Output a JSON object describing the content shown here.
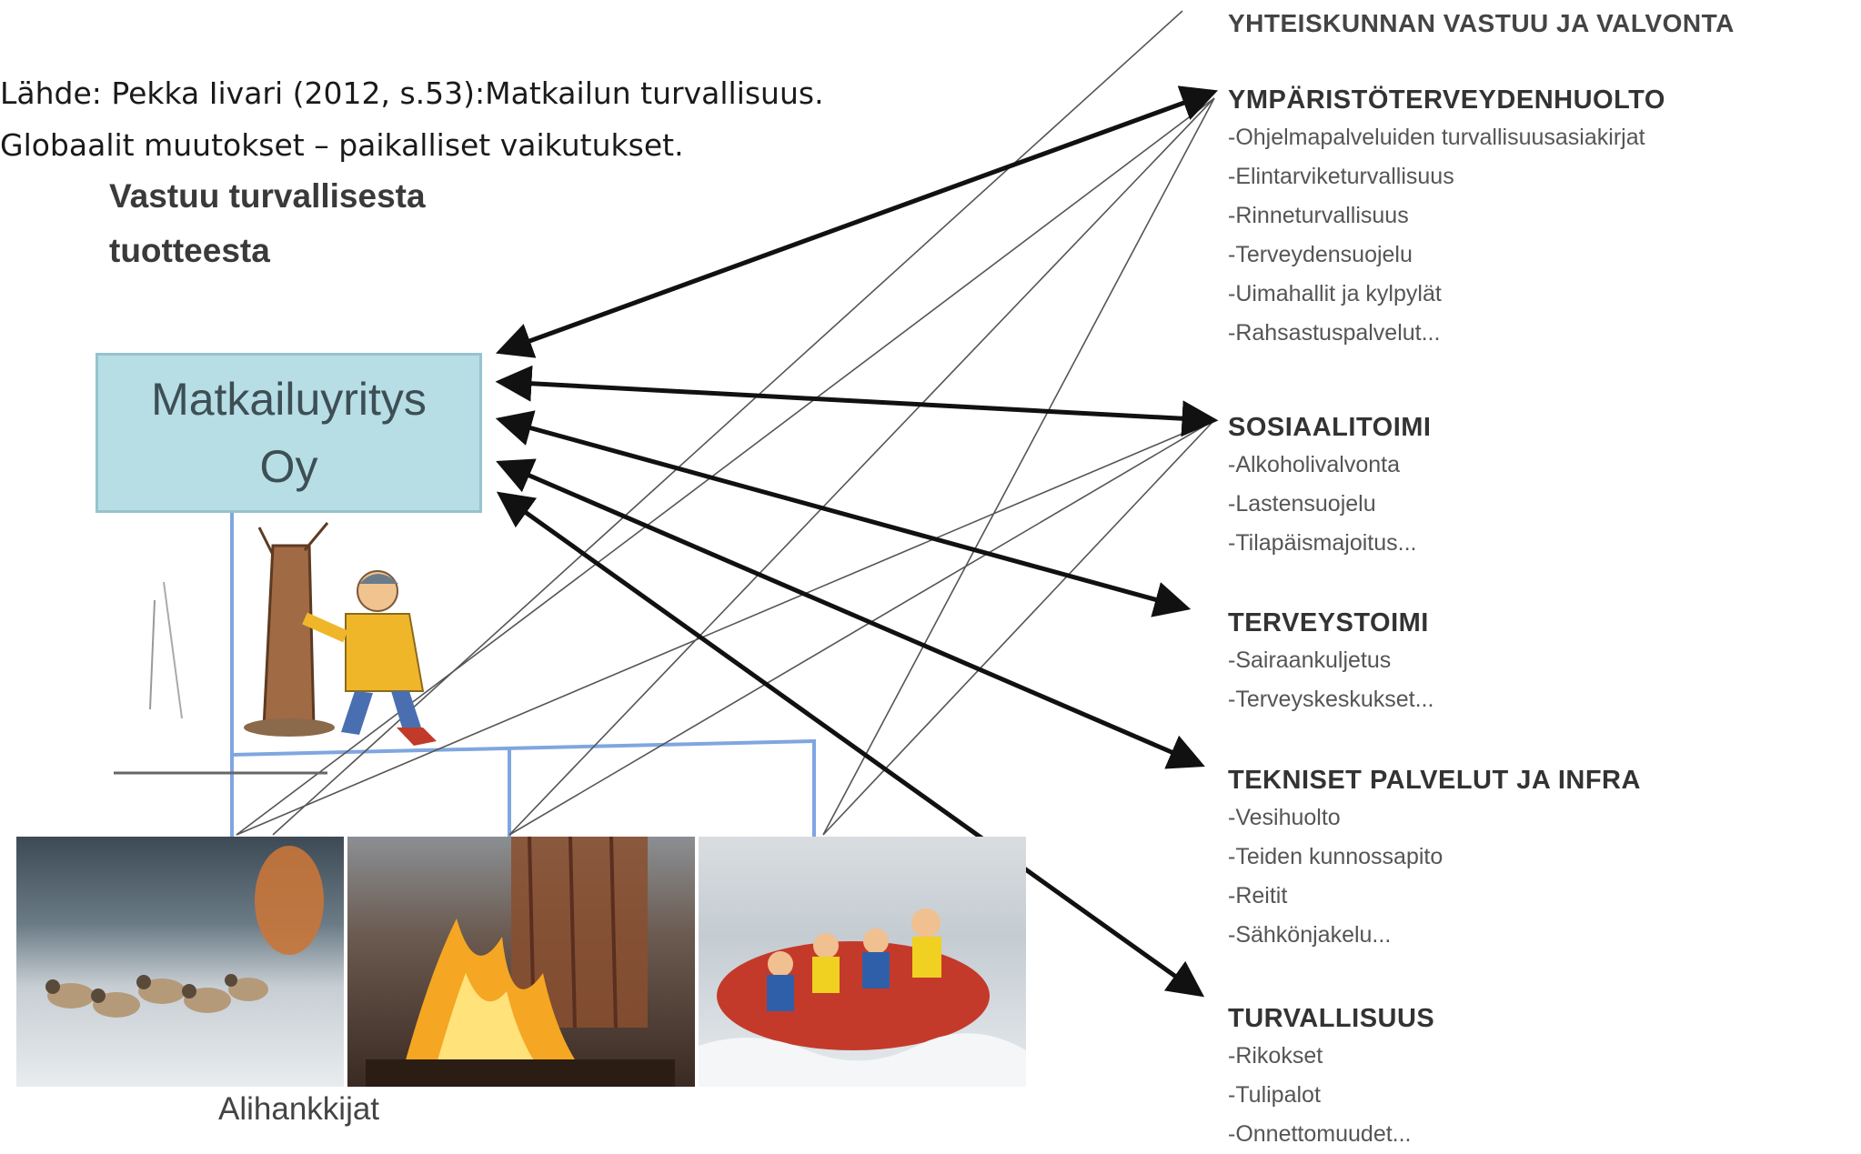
{
  "source_line_1": "Lähde: Pekka Iivari (2012, s.53):Matkailun turvallisuus.",
  "source_line_2": "Globaalit muutokset – paikalliset vaikutukset.",
  "responsibility_line_1": "Vastuu turvallisesta",
  "responsibility_line_2": "tuotteesta",
  "company_line_1": "Matkailuyritys",
  "company_line_2": "Oy",
  "subcontractors_label": "Alihankkijat",
  "society_title": "YHTEISKUNNAN VASTUU JA VALVONTA",
  "groups": [
    {
      "heading": "YMPÄRISTÖTERVEYDENHUOLTO",
      "items": [
        "-Ohjelmapalveluiden turvallisuusasiakirjat",
        "-Elintarviketurvallisuus",
        "-Rinneturvallisuus",
        "-Terveydensuojelu",
        "-Uimahallit ja kylpylät",
        "-Rahsastuspalvelut..."
      ]
    },
    {
      "heading": "SOSIAALITOIMI",
      "items": [
        "-Alkoholivalvonta",
        "-Lastensuojelu",
        "-Tilapäismajoitus..."
      ]
    },
    {
      "heading": "TERVEYSTOIMI",
      "items": [
        "-Sairaankuljetus",
        "-Terveyskeskukset..."
      ]
    },
    {
      "heading": "TEKNISET PALVELUT JA INFRA",
      "items": [
        "-Vesihuolto",
        "-Teiden kunnossapito",
        "-Reitit",
        "-Sähkönjakelu..."
      ]
    },
    {
      "heading": "TURVALLISUUS",
      "items": [
        "-Rikokset",
        "-Tulipalot",
        "-Onnettomuudet..."
      ]
    }
  ],
  "colors": {
    "company_box": "#b7dde5",
    "connector_blue": "#7fa6e0",
    "arrow": "#111111"
  }
}
